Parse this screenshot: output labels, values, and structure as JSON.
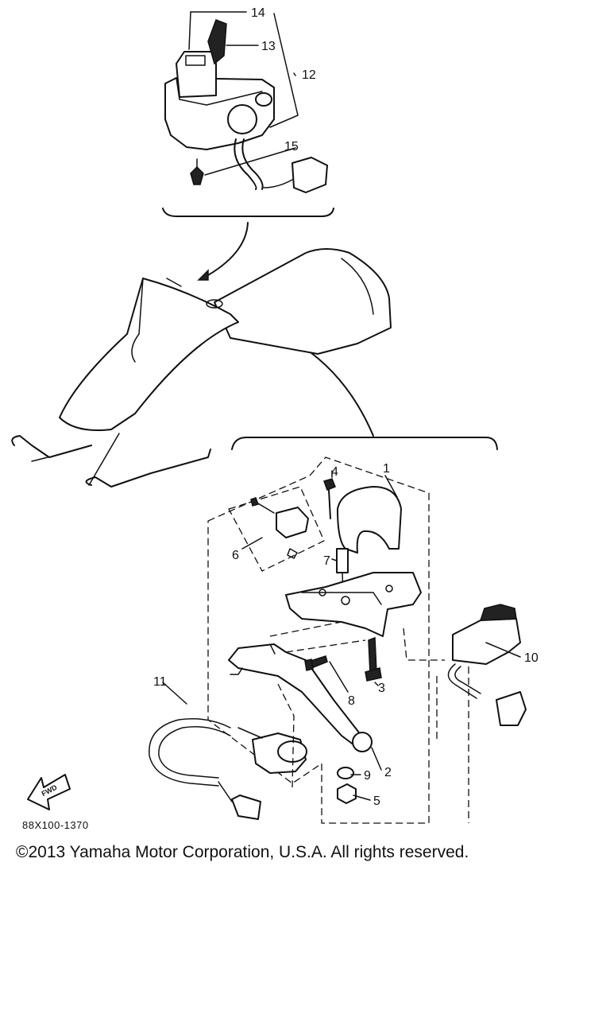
{
  "callouts": {
    "c1": "1",
    "c2": "2",
    "c3": "3",
    "c4": "4",
    "c5": "5",
    "c6": "6",
    "c7": "7",
    "c8": "8",
    "c9": "9",
    "c10": "10",
    "c11": "11",
    "c12": "12",
    "c13": "13",
    "c14": "14",
    "c15": "15"
  },
  "fwd_label": "FWD",
  "diagram_code": "88X100-1370",
  "copyright": "©2013 Yamaha Motor Corporation, U.S.A. All rights reserved."
}
